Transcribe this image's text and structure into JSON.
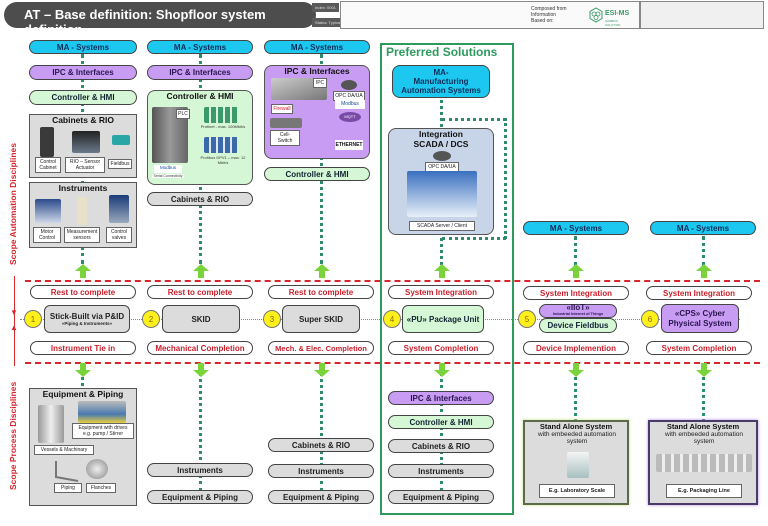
{
  "header": {
    "title": "AT  – Base definition: Shopfloor system definition",
    "version": "Index: 0001",
    "status": "Status: Typical",
    "info_lines": [
      "Composed from",
      "Information",
      "Based on:"
    ],
    "logo_text": "ESI-MS",
    "logo_sub": "SAMBOX SOLUTION"
  },
  "side": {
    "automation": "Scope Automation Disciplines",
    "process": "Scope Process Disciplines"
  },
  "colors": {
    "ma_blue": "#1dc8f0",
    "ipc_purple": "#c79cf2",
    "controller_green": "#d5f7d5",
    "grey_box": "#dcdcdc",
    "red_text": "#c8202c",
    "preferred_green": "#2e9b5e",
    "circle_yellow": "#ffef1a"
  },
  "col1": {
    "ma": "MA - Systems",
    "ipc": "IPC & Interfaces",
    "ctrl": "Controller & HMI",
    "cab_title": "Cabinets & RIO",
    "cab_items": [
      "Control Cabinet",
      "RIO – Sensor Actuator",
      "Fieldbus"
    ],
    "inst_title": "Instruments",
    "inst_items": [
      "Motor Control",
      "Measurement sensors",
      "Control valves"
    ],
    "top": "Rest to complete",
    "num": "1",
    "main": "Stick-Built via P&ID",
    "sub": "«Piping & Instruments»",
    "bottom": "Instrument Tie in",
    "eq_title": "Equipment & Piping",
    "eq_items": [
      "Equipment with drives e.g. pump / Stirrer",
      "Vessels & Machinary",
      "Piping",
      "Flanches"
    ]
  },
  "col2": {
    "ma": "MA - Systems",
    "ipc": "IPC & Interfaces",
    "ctrl_title": "Controller & HMI",
    "ctrl_items": [
      "PLC",
      "Profinet - max. 100Mbit/s",
      "Profibus DPV1 – max. 12 Mbit/s",
      "Modbus",
      "Serial Connectivity"
    ],
    "cab": "Cabinets & RIO",
    "top": "Rest to complete",
    "num": "2",
    "main": "SKID",
    "bottom": "Mechanical Completion",
    "inst": "Instruments",
    "eq": "Equipment & Piping"
  },
  "col3": {
    "ma": "MA - Systems",
    "ipc_title": "IPC & Interfaces",
    "ipc_items": [
      "IPC",
      "Firewall",
      "OPC DA/UA",
      "Modbus",
      "MQTT",
      "Cell- Switch",
      "ETHERNET"
    ],
    "ctrl": "Controller & HMI",
    "top": "Rest to complete",
    "num": "3",
    "main": "Super SKID",
    "bottom": "Mech. & Elec. Completion",
    "cab": "Cabinets & RIO",
    "inst": "Instruments",
    "eq": "Equipment & Piping"
  },
  "col4": {
    "title": "Preferred Solutions",
    "ma": "MA-\nManufacturing\nAutomation Systems",
    "scada_title": "Integration\nSCADA / DCS",
    "scada_items": [
      "OPC DA/UA",
      "SCADA Server / Client"
    ],
    "top": "System Integration",
    "num": "4",
    "main": "«PU» Package Unit",
    "bottom": "System Completion",
    "ipc": "IPC & Interfaces",
    "ctrl": "Controller & HMI",
    "cab": "Cabinets & RIO",
    "inst": "Instruments",
    "eq": "Equipment & Piping"
  },
  "col5": {
    "ma": "MA - Systems",
    "top": "System Integration",
    "num": "5",
    "iiot": "«IIoT»",
    "iiot_sub": "Industrial Internet of Things",
    "main": "Device Fieldbus",
    "bottom": "Device Implemention",
    "sa_title": "Stand Alone System",
    "sa_sub": "with embeeded automation system",
    "sa_example": "E.g. Laboratory Scale"
  },
  "col6": {
    "ma": "MA - Systems",
    "top": "System Integration",
    "num": "6",
    "main": "«CPS» Cyber Physical System",
    "bottom": "System Completion",
    "sa_title": "Stand Alone System",
    "sa_sub": "with embeeded automation system",
    "sa_example": "E.g. Packaging Line"
  }
}
